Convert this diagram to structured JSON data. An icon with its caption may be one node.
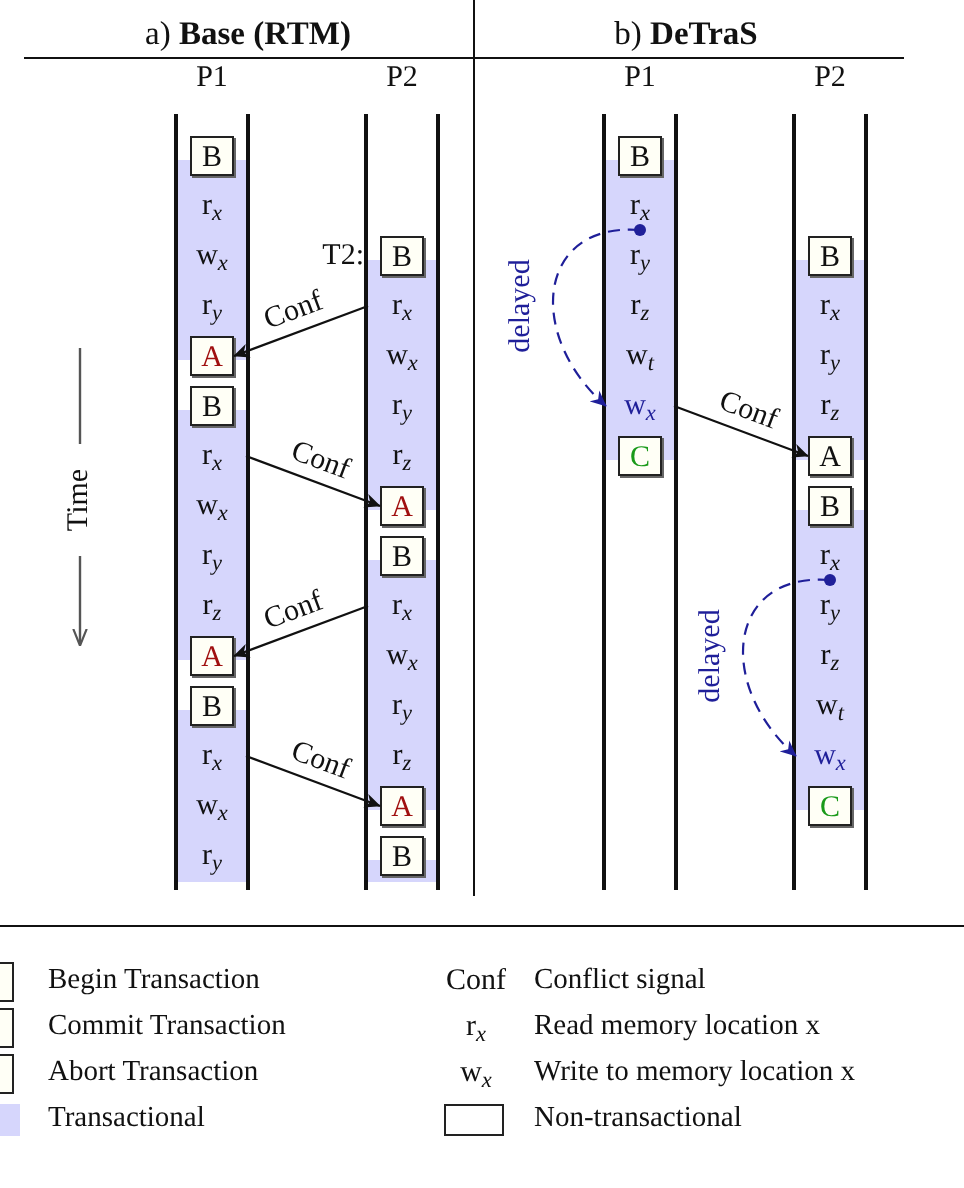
{
  "diagram": {
    "nodes": [
      {
        "text": [
          "P1"
        ]
      },
      {
        "text": [
          "B"
        ],
        "in": 0
      },
      {
        "text": [
          "r$_{x}$"
        ],
        "in": 0
      },
      {
        "text": [
          "w$_{x}$"
        ],
        "in": 0
      },
      {
        "text": [
          "r$_{y}$"
        ],
        "in": 0
      },
      {
        "text": [
          "A"
        ],
        "in": 0
      },
      {
        "text": [
          "B"
        ],
        "in": 0
      },
      {
        "text": [
          "r$_{x}$"
        ],
        "in": 0
      },
      {
        "text": [
          "w$_{x}$"
        ],
        "in": 0
      },
      {
        "text": [
          "r$_{y}$"
        ],
        "in": 0
      },
      {
        "text": [
          "r$_{z}$"
        ],
        "in": 0
      },
      {
        "text": [
          "A"
        ],
        "in": 0
      },
      {
        "text": [
          "B"
        ],
        "in": 0
      },
      {
        "text": [
          "r$_{x}$"
        ],
        "in": 0
      },
      {
        "text": [
          "w$_{x}$"
        ],
        "in": 0
      },
      {
        "text": [
          "r$_{y}$"
        ],
        "in": 0
      },
      {
        "text": [
          "P2"
        ]
      },
      {
        "text": [
          "B"
        ],
        "in": 16,
        "beside": [
          "T2:"
        ]
      },
      {
        "text": [
          "r$_{x}$"
        ],
        "in": 16
      },
      {
        "text": [
          "w$_{x}$"
        ],
        "in": 16
      },
      {
        "text": [
          "r$_{y}$"
        ],
        "in": 16
      },
      {
        "text": [
          "r$_{z}$"
        ],
        "in": 16
      },
      {
        "text": [
          "A"
        ],
        "in": 16
      },
      {
        "text": [
          "B"
        ],
        "in": 16
      },
      {
        "text": [
          "r$_{x}$"
        ],
        "in": 16
      },
      {
        "text": [
          "w$_{x}$"
        ],
        "in": 16
      },
      {
        "text": [
          "r$_{y}$"
        ],
        "in": 16
      },
      {
        "text": [
          "r$_{z}$"
        ],
        "in": 16
      },
      {
        "text": [
          "A"
        ],
        "in": 16
      },
      {
        "text": [
          "B"
        ],
        "in": 16
      },
      {
        "text": [
          "P1"
        ]
      },
      {
        "text": [
          "B"
        ],
        "in": 30
      },
      {
        "text": [
          "r$_{x}$"
        ],
        "in": 30
      },
      {
        "text": [
          "r$_{y}$"
        ],
        "in": 30
      },
      {
        "text": [
          "r$_{z}$"
        ],
        "in": 30
      },
      {
        "text": [
          "w$_{t}$"
        ],
        "in": 30
      },
      {
        "text": [
          "w$_{x}$"
        ],
        "in": 30
      },
      {
        "text": [
          "C"
        ],
        "in": 30
      },
      {
        "text": [
          "P2"
        ]
      },
      {
        "text": [
          "B"
        ],
        "in": 38
      },
      {
        "text": [
          "r$_{x}$"
        ],
        "in": 38
      },
      {
        "text": [
          "r$_{y}$"
        ],
        "in": 38
      },
      {
        "text": [
          "r$_{z}$"
        ],
        "in": 38
      },
      {
        "text": [
          "A"
        ],
        "in": 38
      },
      {
        "text": [
          "B"
        ],
        "in": 38
      },
      {
        "text": [
          "r$_{x}$"
        ],
        "in": 38
      },
      {
        "text": [
          "r$_{y}$"
        ],
        "in": 38
      },
      {
        "text": [
          "r$_{z}$"
        ],
        "in": 38
      },
      {
        "text": [
          "w$_{t}$"
        ],
        "in": 38
      },
      {
        "text": [
          "w$_{x}$"
        ],
        "in": 38
      },
      {
        "text": [
          "C"
        ],
        "in": 38
      }
    ],
    "edges": [
      {
        "from": 18,
        "to": 5,
        "arrow": "to",
        "label": "Conf"
      },
      {
        "from": 7,
        "to": 22,
        "arrow": "to",
        "label": "Conf"
      },
      {
        "from": 24,
        "to": 11,
        "arrow": "to",
        "label": "Conf"
      },
      {
        "from": 13,
        "to": 28,
        "arrow": "to",
        "label": "Conf"
      },
      {
        "from": 36,
        "to": 43,
        "arrow": "to",
        "label": "Conf"
      },
      {
        "from": 32,
        "to": 36,
        "arrow": "to",
        "label": "delayed",
        "style": "dashed",
        "color": "#1f1f99"
      },
      {
        "from": 45,
        "to": 49,
        "arrow": "to",
        "label": "delayed",
        "style": "dashed",
        "color": "#1f1f99"
      }
    ],
    "labels": [
      "a) **Base (RTM)**",
      "b) **DeTraS**",
      "Time",
      "Conf",
      "r$_{x}$",
      "w$_{x}$"
    ],
    "legend": [
      {
        "text": "Begin Transaction"
      },
      {
        "text": "Conflict signal"
      },
      {
        "text": "Commit Transaction"
      },
      {
        "text": "Read memory location x"
      },
      {
        "text": "Abort Transaction"
      },
      {
        "text": "Write to memory location x"
      },
      {
        "text": "Transactional",
        "color": "#d6d6fc"
      },
      {
        "text": "Non-transactional",
        "color": "#ffffff"
      }
    ]
  }
}
